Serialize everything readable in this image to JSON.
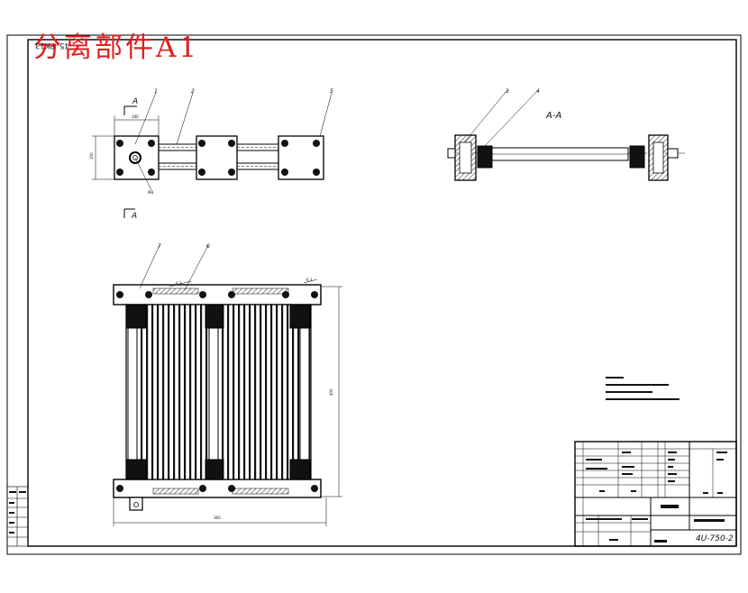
{
  "stamp_title": "分离部件A1",
  "corner_id": "45-PK13",
  "section_label": "A-A",
  "view_label": "A",
  "drawing_number": "4U-750-2",
  "balloons": [
    "1",
    "2",
    "3",
    "4",
    "5",
    "6",
    "7"
  ]
}
